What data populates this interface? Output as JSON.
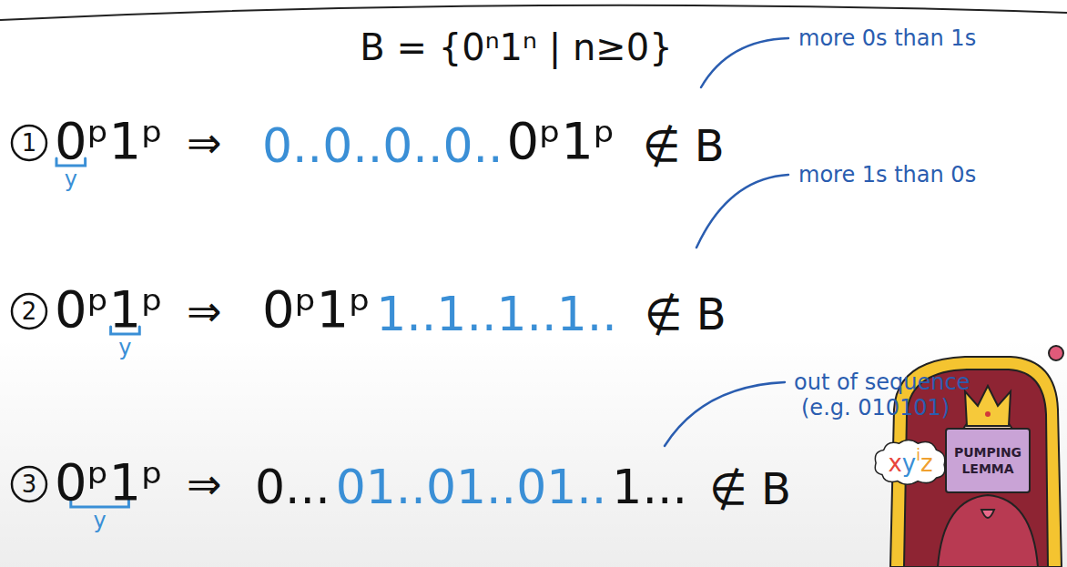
{
  "diagram": {
    "title": "B = {0ⁿ1ⁿ | n≥0}",
    "nodes": [
      {
        "text": [
          "x",
          "y",
          "i",
          "z"
        ]
      },
      {
        "text": [
          "PUMPING LEMMA"
        ]
      }
    ],
    "labels": [
      "more 0s than 1s",
      "1",
      "0ᵖ1ᵖ",
      "y",
      "⇒",
      "0..0..0..0..",
      "0ᵖ1ᵖ",
      "∉ B",
      "more 1s than 0s",
      "2",
      "0ᵖ1ᵖ",
      "y",
      "⇒",
      "0ᵖ1ᵖ",
      "1..1..1..1..",
      "∉ B",
      "out of sequence",
      "(e.g. 010101)",
      "3",
      "0ᵖ1ᵖ",
      "y",
      "⇒",
      "0...",
      "01..01..01..",
      "1...",
      "∉ B"
    ]
  }
}
